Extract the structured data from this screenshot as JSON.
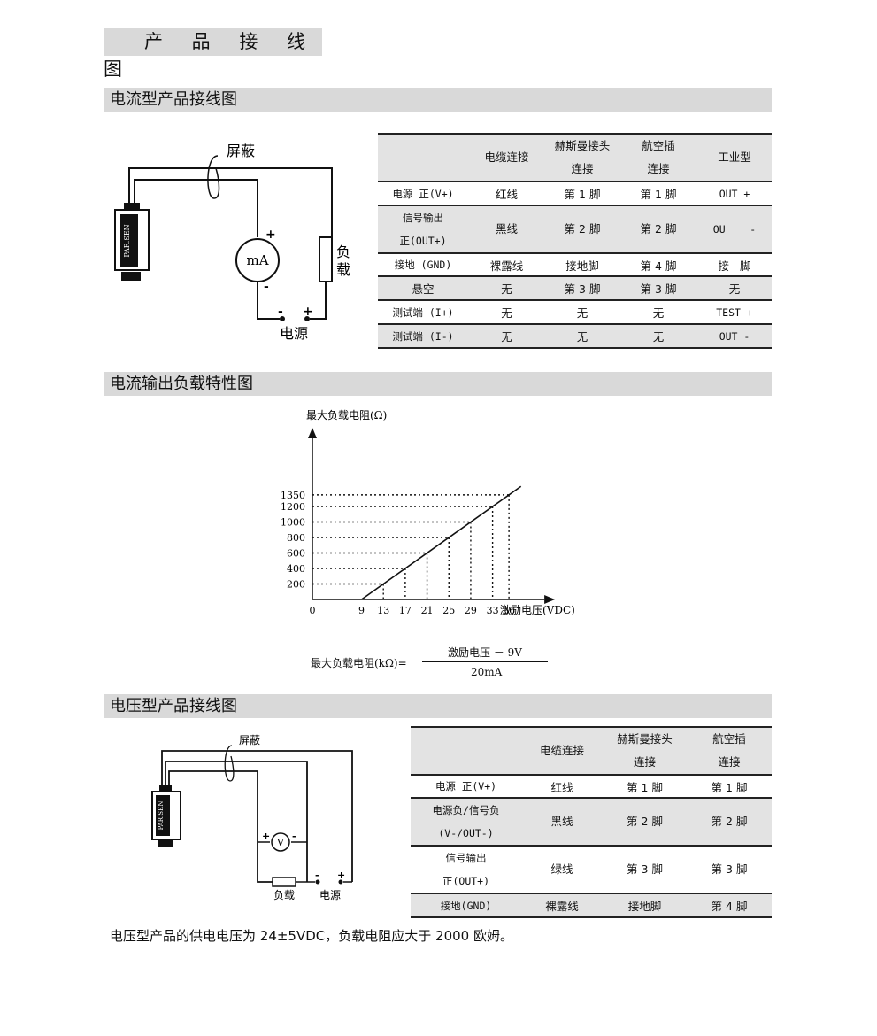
{
  "page_title": "产 品 接 线 图",
  "sections": {
    "current_wiring": "电流型产品接线图",
    "load_chart": "电流输出负载特性图",
    "voltage_wiring": "电压型产品接线图"
  },
  "current_diagram": {
    "shield": "屏蔽",
    "meter": "mA",
    "load_1": "负",
    "load_2": "载",
    "power": "电源",
    "plus": "+",
    "minus": "-",
    "brand": "PAR.SEN"
  },
  "current_table": {
    "headers": [
      "",
      "电缆连接",
      "赫斯曼接头\n连接",
      "航空插\n连接",
      "工业型"
    ],
    "rows": [
      [
        "电源 正(V+)",
        "红线",
        "第 1 脚",
        "第 1 脚",
        "OUT +"
      ],
      [
        "信号输出\n正(OUT+)",
        "黑线",
        "第 2 脚",
        "第 2 脚",
        "OU    -"
      ],
      [
        "接地 (GND)",
        "裸露线",
        "接地脚",
        "第 4 脚",
        "接   脚"
      ],
      [
        "悬空",
        "无",
        "第 3 脚",
        "第 3 脚",
        "无"
      ],
      [
        "测试端 (I+)",
        "无",
        "无",
        "无",
        "TEST +"
      ],
      [
        "测试端 (I-)",
        "无",
        "无",
        "无",
        "OUT -"
      ]
    ]
  },
  "chart_data": {
    "type": "line",
    "ylabel": "最大负载电阻(Ω)",
    "xlabel": "激励电压(VDC)",
    "x_ticks": [
      "0",
      "9",
      "13",
      "17",
      "21",
      "25",
      "29",
      "33",
      "36"
    ],
    "y_ticks": [
      "200",
      "400",
      "600",
      "800",
      "1000",
      "1200",
      "1350"
    ],
    "points": [
      {
        "x": 13,
        "y": 200
      },
      {
        "x": 17,
        "y": 400
      },
      {
        "x": 21,
        "y": 600
      },
      {
        "x": 25,
        "y": 800
      },
      {
        "x": 29,
        "y": 1000
      },
      {
        "x": 33,
        "y": 1200
      },
      {
        "x": 36,
        "y": 1350
      }
    ],
    "line": {
      "x0": 9,
      "y0": 0
    },
    "formula_left": "最大负载电阻(kΩ)=",
    "formula_numerator": "激励电压 － 9V",
    "formula_denominator": "20mA"
  },
  "voltage_diagram": {
    "shield": "屏蔽",
    "meter": "V",
    "load": "负载",
    "power": "电源",
    "plus": "+",
    "minus": "-",
    "brand": "PAR.SEN"
  },
  "voltage_table": {
    "headers": [
      "",
      "电缆连接",
      "赫斯曼接头\n连接",
      "航空插\n连接"
    ],
    "rows": [
      [
        "电源 正(V+)",
        "红线",
        "第 1 脚",
        "第 1 脚"
      ],
      [
        "电源负/信号负\n(V-/OUT-)",
        "黑线",
        "第 2 脚",
        "第 2 脚"
      ],
      [
        "信号输出\n正(OUT+)",
        "绿线",
        "第 3 脚",
        "第 3 脚"
      ],
      [
        "接地(GND)",
        "裸露线",
        "接地脚",
        "第 4 脚"
      ]
    ]
  },
  "footer_note": "电压型产品的供电电压为 24±5VDC，负载电阻应大于 2000 欧姆。"
}
